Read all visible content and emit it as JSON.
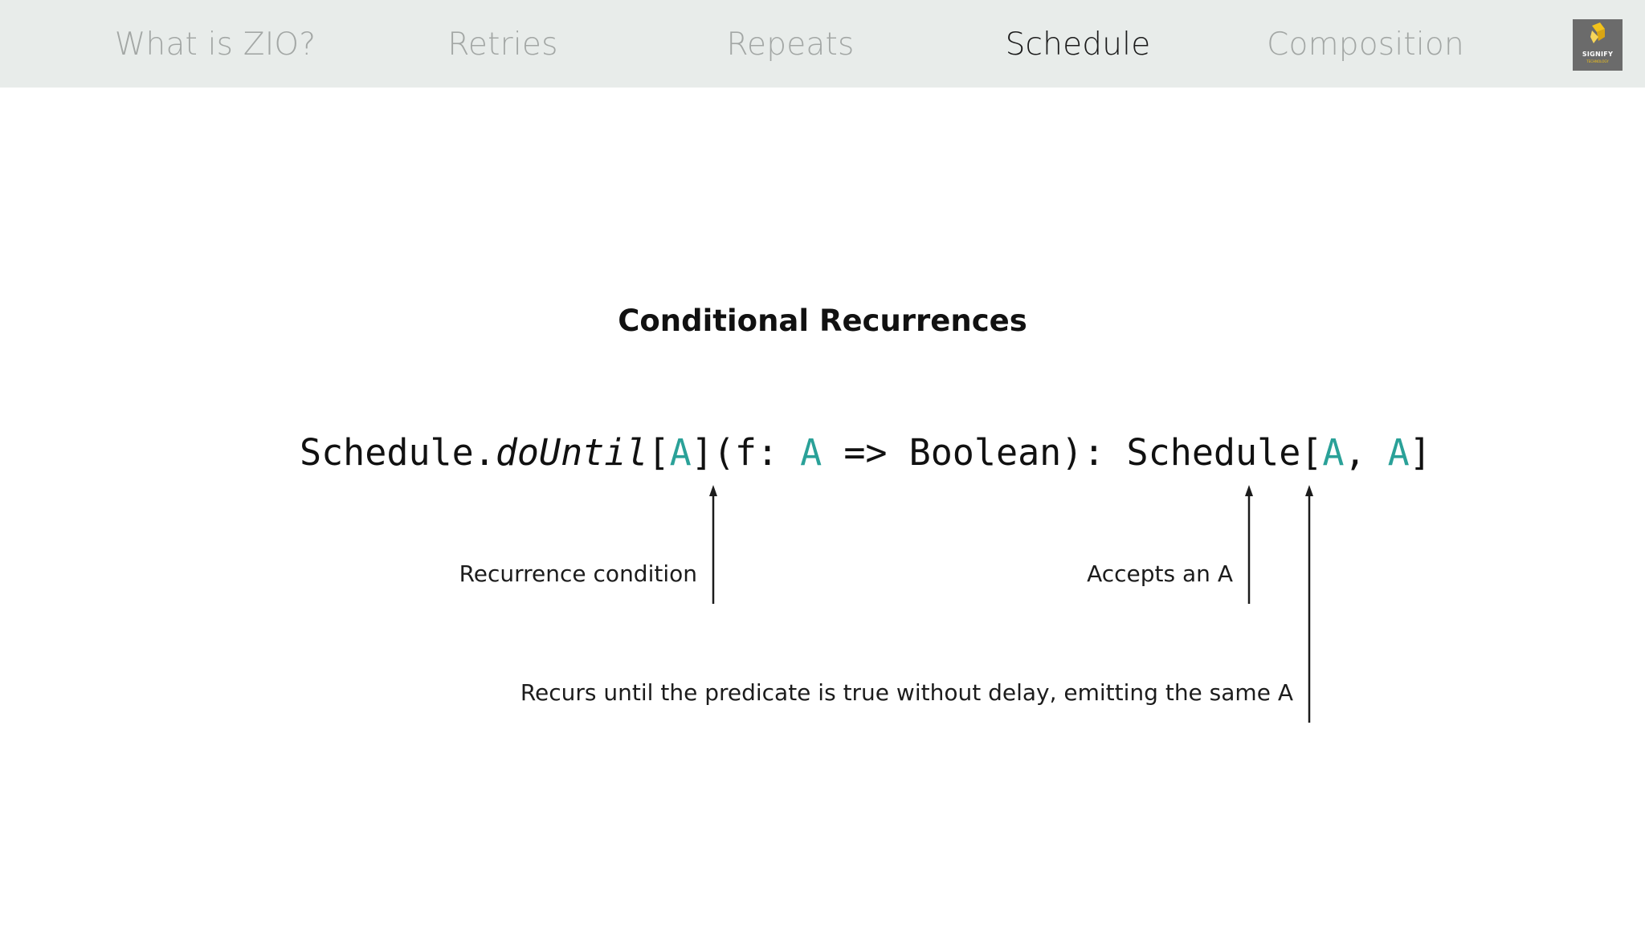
{
  "nav": {
    "tabs": [
      {
        "label": "What is ZIO?",
        "active": false
      },
      {
        "label": "Retries",
        "active": false
      },
      {
        "label": "Repeats",
        "active": false
      },
      {
        "label": "Schedule",
        "active": true
      },
      {
        "label": "Composition",
        "active": false
      }
    ]
  },
  "logo": {
    "text": "SIGNIFY",
    "subtext": "TECHNOLOGY",
    "icon": "signify-logo-icon"
  },
  "slide": {
    "title": "Conditional Recurrences",
    "signature": {
      "prefix": "Schedule.",
      "method": "doUntil",
      "open_bracket": "[",
      "type_param": "A",
      "params_open": "](f: ",
      "param_type": "A",
      "params_rest": " => Boolean): Schedule[",
      "return_in": "A",
      "separator": ", ",
      "return_out": "A",
      "close": "]"
    },
    "annotations": {
      "condition": "Recurrence condition",
      "accepts": "Accepts an A",
      "emits": "Recurs until the predicate is true without delay, emitting the same A"
    }
  },
  "colors": {
    "type_param": "#2aa198",
    "topbar": "#e8ecea",
    "nav_inactive": "#a3a7a5",
    "nav_active": "#1b1b1b"
  }
}
